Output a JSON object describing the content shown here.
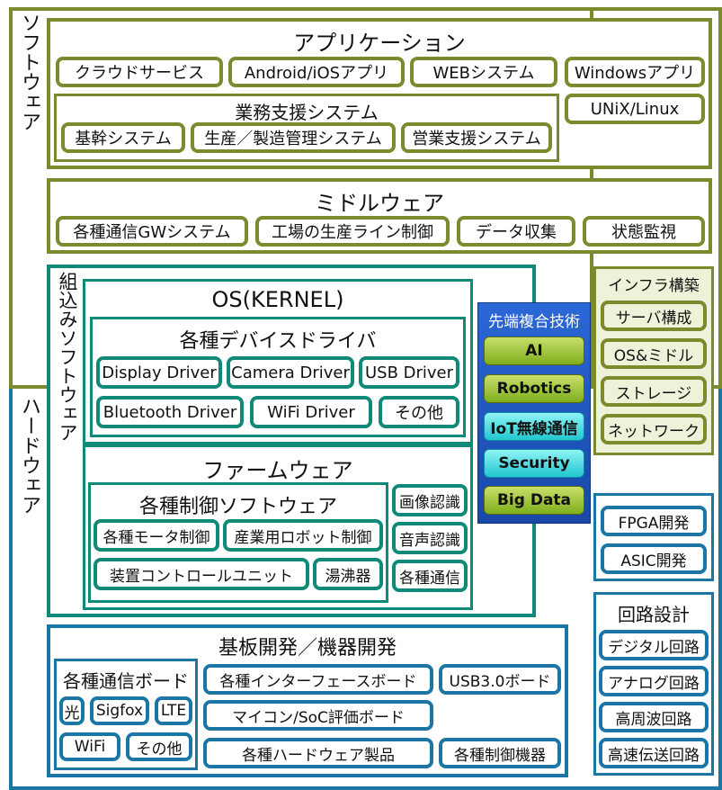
{
  "labels": {
    "software": "ソフトウェア",
    "hardware": "ハードウェア",
    "embedded": "組込みソフトウェア"
  },
  "application": {
    "title": "アプリケーション",
    "row1": [
      "クラウドサービス",
      "Android/iOSアプリ",
      "WEBシステム",
      "Windowsアプリ"
    ],
    "unix": "UNiX/Linux",
    "business": {
      "title": "業務支援システム",
      "items": [
        "基幹システム",
        "生産／製造管理システム",
        "営業支援システム"
      ]
    }
  },
  "middleware": {
    "title": "ミドルウェア",
    "items": [
      "各種通信GWシステム",
      "工場の生産ライン制御",
      "データ収集",
      "状態監視"
    ]
  },
  "os": {
    "title": "OS(KERNEL)",
    "drivers": {
      "title": "各種デバイスドライバ",
      "row1": [
        "Display Driver",
        "Camera Driver",
        "USB Driver"
      ],
      "row2": [
        "Bluetooth Driver",
        "WiFi Driver",
        "その他"
      ]
    }
  },
  "firmware": {
    "title": "ファームウェア",
    "control": {
      "title": "各種制御ソフトウェア",
      "row1": [
        "各種モータ制御",
        "産業用ロボット制御"
      ],
      "row2": [
        "装置コントロールユニット",
        "湯沸器"
      ]
    },
    "side": [
      "画像認識",
      "音声認識",
      "各種通信"
    ]
  },
  "advanced": {
    "title": "先端複合技術",
    "items": [
      "AI",
      "Robotics",
      "IoT無線通信",
      "Security",
      "Big Data"
    ]
  },
  "infra": {
    "title": "インフラ構築",
    "items": [
      "サーバ構成",
      "OS&ミドル",
      "ストレージ",
      "ネットワーク"
    ]
  },
  "fpga": [
    "FPGA開発",
    "ASIC開発"
  ],
  "circuit": {
    "title": "回路設計",
    "items": [
      "デジタル回路",
      "アナログ回路",
      "高周波回路",
      "高速伝送回路"
    ]
  },
  "board": {
    "title": "基板開発／機器開発",
    "comm": {
      "title": "各種通信ボード",
      "row1": [
        "光",
        "Sigfox",
        "LTE"
      ],
      "row2": [
        "WiFi",
        "その他"
      ]
    },
    "items": [
      "各種インターフェースボード",
      "USB3.0ボード",
      "マイコン/SoC評価ボード",
      "各種ハードウェア製品",
      "各種制御機器"
    ]
  }
}
